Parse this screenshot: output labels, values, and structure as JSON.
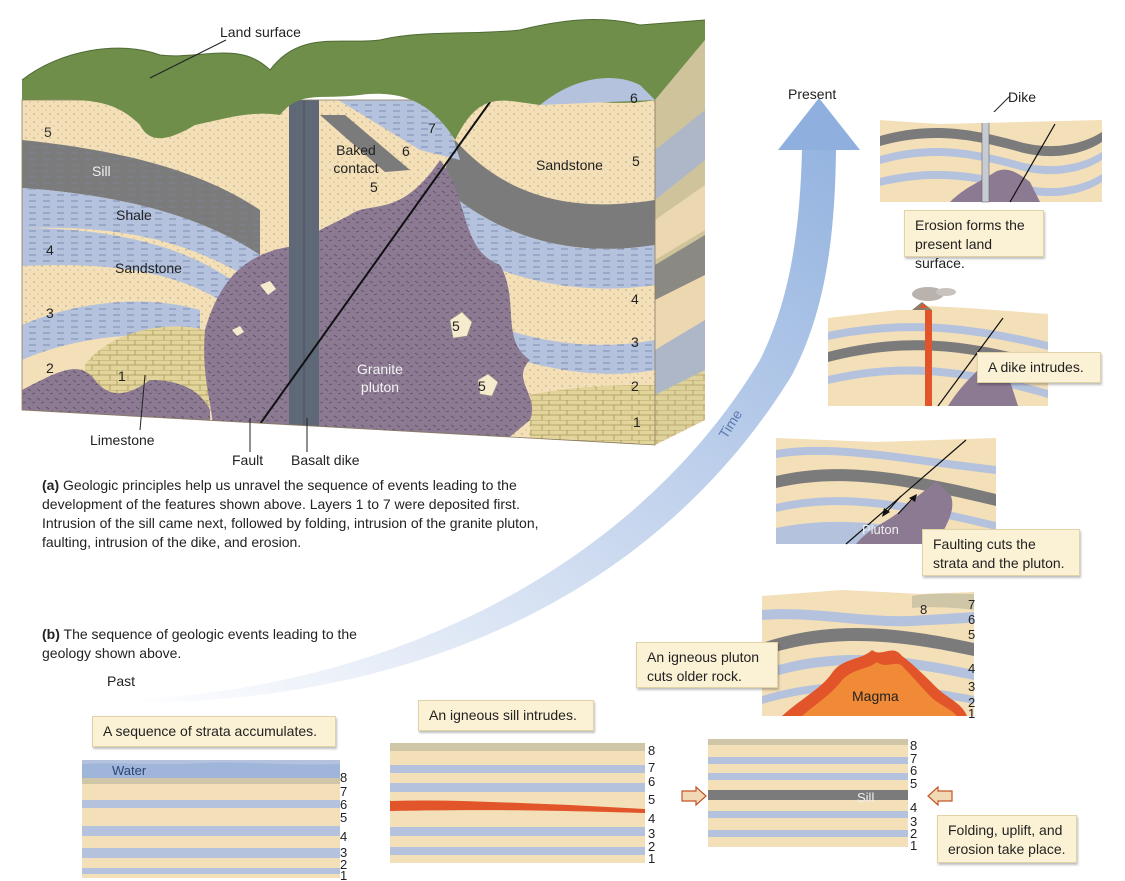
{
  "block": {
    "land_surface": "Land surface",
    "sill": "Sill",
    "shale": "Shale",
    "sandstone_left": "Sandstone",
    "sandstone_right": "Sandstone",
    "baked_contact": "Baked contact",
    "granite_pluton": "Granite pluton",
    "limestone": "Limestone",
    "fault": "Fault",
    "basalt_dike": "Basalt dike",
    "layer_numbers_left": [
      "5",
      "4",
      "3",
      "2",
      "1"
    ],
    "layer_numbers_right": [
      "6",
      "5",
      "4",
      "3",
      "2",
      "1"
    ],
    "layer_numbers_middle": [
      "7",
      "6",
      "5"
    ],
    "pluton_inclusion_numbers": [
      "5",
      "5"
    ]
  },
  "caption_a": {
    "letter": "(a)",
    "text": "Geologic principles help us unravel the sequence of events leading to the development of the features shown above. Layers 1 to 7 were deposited first. Intrusion of the sill came next, followed by folding, intrusion of the granite pluton, faulting, intrusion of the dike, and erosion."
  },
  "caption_b": {
    "letter": "(b)",
    "text": "The sequence of geologic events leading to the geology shown above."
  },
  "timeline": {
    "present": "Present",
    "past": "Past",
    "time": "Time"
  },
  "steps": {
    "strata": {
      "caption": "A sequence of strata accumulates.",
      "water": "Water",
      "numbers": [
        "8",
        "7",
        "6",
        "5",
        "4",
        "3",
        "2",
        "1"
      ]
    },
    "sill": {
      "caption": "An igneous sill intrudes.",
      "numbers": [
        "8",
        "7",
        "6",
        "5",
        "4",
        "3",
        "2",
        "1"
      ]
    },
    "folding": {
      "caption": "Folding, uplift, and erosion take place.",
      "sill_label": "Sill",
      "numbers": [
        "8",
        "7",
        "6",
        "5",
        "4",
        "3",
        "2",
        "1"
      ]
    },
    "pluton": {
      "caption": "An igneous pluton cuts older rock.",
      "magma": "Magma",
      "top_number": "8",
      "numbers": [
        "7",
        "6",
        "5",
        "4",
        "3",
        "2",
        "1"
      ]
    },
    "faulting": {
      "caption": "Faulting cuts the strata and the pluton.",
      "pluton_label": "Pluton"
    },
    "dike_intrudes": {
      "caption": "A dike intrudes."
    },
    "erosion": {
      "caption": "Erosion forms the present land surface.",
      "dike_label": "Dike"
    }
  },
  "colors": {
    "sandstone": "#f3dfb8",
    "shale": "#b4c2dd",
    "sill": "#7b7b7b",
    "granite": "#8b7a92",
    "limestone": "#e2d49a",
    "grass": "#6f8e4a",
    "magma": "#e2552a",
    "caption_box": "#fbf1d4",
    "time_arrow": "#b8cce8"
  }
}
